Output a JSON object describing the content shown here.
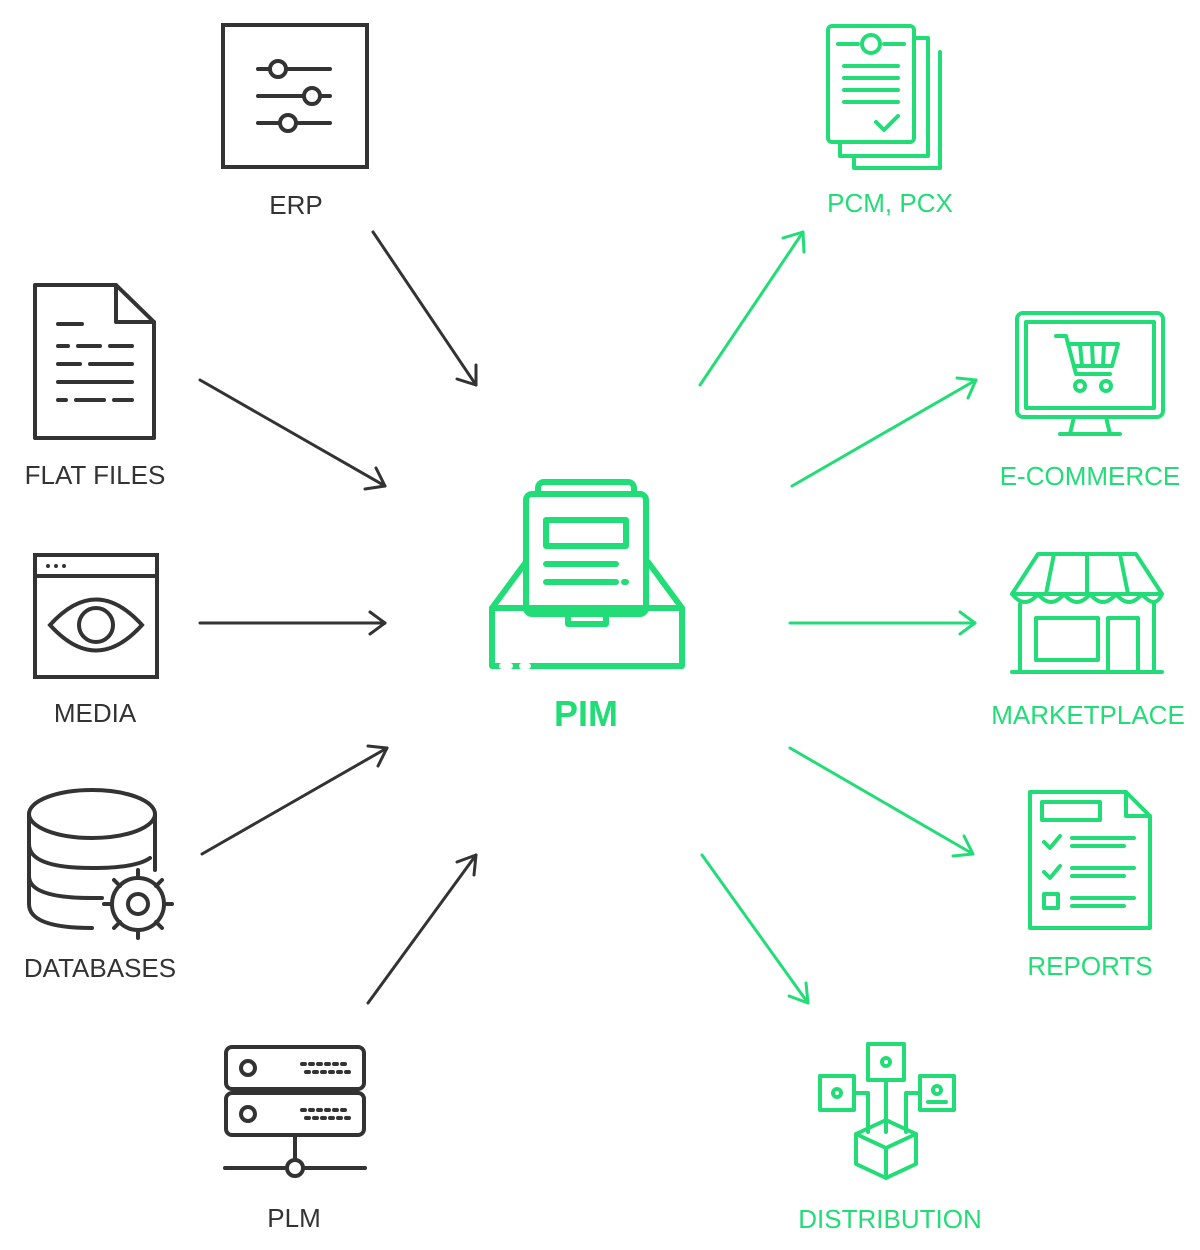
{
  "colors": {
    "source": "#333333",
    "target": "#22dd77"
  },
  "center": {
    "label": "PIM",
    "icon": "archive-box-icon"
  },
  "sources": [
    {
      "label": "ERP",
      "icon": "sliders-icon"
    },
    {
      "label": "FLAT FILES",
      "icon": "document-icon"
    },
    {
      "label": "MEDIA",
      "icon": "eye-window-icon"
    },
    {
      "label": "DATABASES",
      "icon": "database-gear-icon"
    },
    {
      "label": "PLM",
      "icon": "server-icon"
    }
  ],
  "targets": [
    {
      "label": "PCM, PCX",
      "icon": "documents-stack-icon"
    },
    {
      "label": "E-COMMERCE",
      "icon": "monitor-cart-icon"
    },
    {
      "label": "MARKETPLACE",
      "icon": "storefront-icon"
    },
    {
      "label": "REPORTS",
      "icon": "checklist-icon"
    },
    {
      "label": "DISTRIBUTION",
      "icon": "network-cube-icon"
    }
  ]
}
